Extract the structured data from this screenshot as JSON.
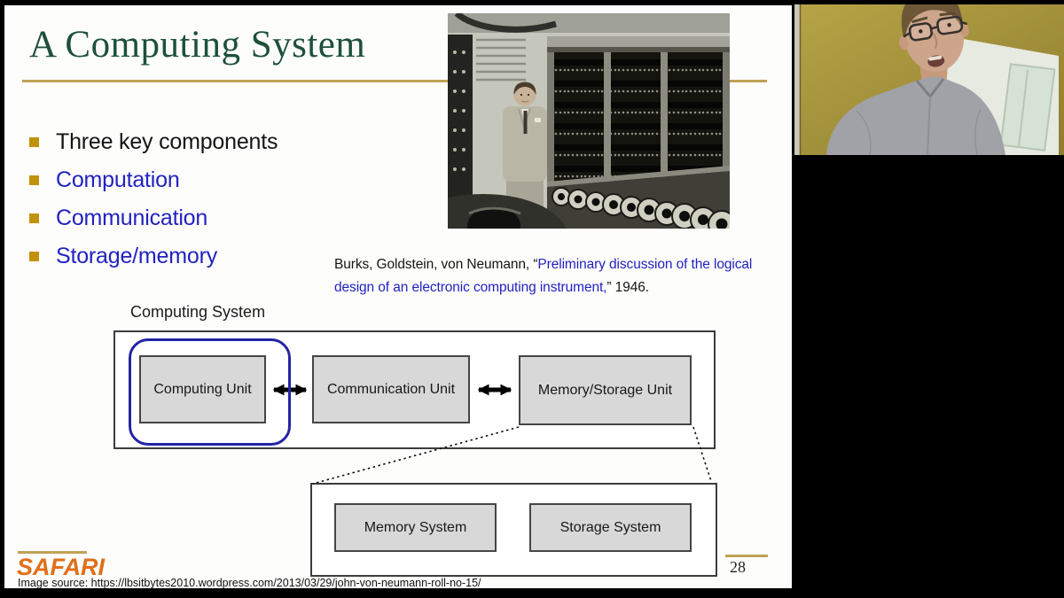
{
  "slide": {
    "title": "A Computing System",
    "bullets": [
      {
        "label": "Three key components"
      },
      {
        "label": "Computation"
      },
      {
        "label": "Communication"
      },
      {
        "label": "Storage/memory"
      }
    ],
    "citation": {
      "prefix": "Burks, Goldstein, von Neumann, “",
      "paper_title": "Preliminary discussion of the logical design of an electronic computing instrument,",
      "suffix": "” 1946."
    },
    "diagram": {
      "label": "Computing System",
      "units": [
        "Computing Unit",
        "Communication Unit",
        "Memory/Storage Unit"
      ],
      "subsystems": [
        "Memory System",
        "Storage System"
      ]
    },
    "footer": {
      "logo": "SAFARI",
      "source": "Image source: https://lbsitbytes2010.wordpress.com/2013/03/29/john-von-neumann-roll-no-15/",
      "page_number": "28"
    },
    "colors": {
      "title_green": "#1e5138",
      "accent_gold": "#bfa254",
      "bullet_gold": "#c0920b",
      "link_blue": "#2222c0",
      "logo_orange": "#e06f1a"
    }
  }
}
